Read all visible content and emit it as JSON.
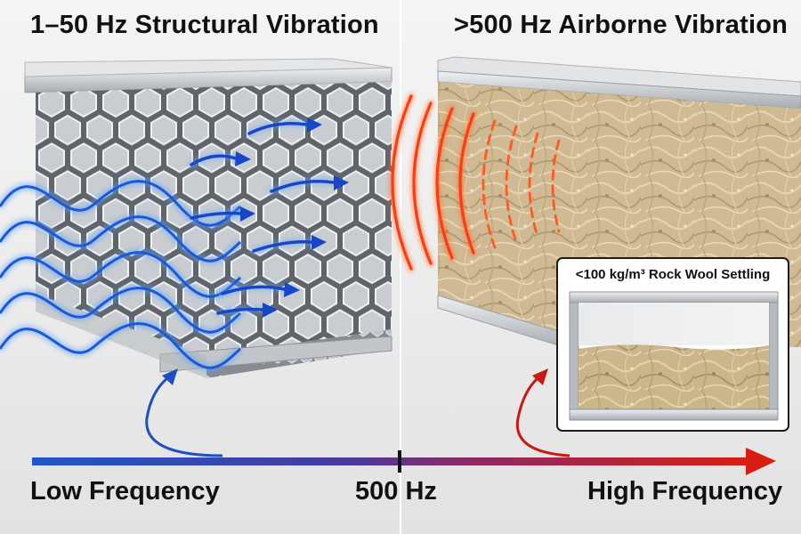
{
  "left_panel": {
    "title": "1–50 Hz Structural Vibration",
    "material": "aluminum-honeycomb-core",
    "wave_color": "#1a5ad8"
  },
  "right_panel": {
    "title": ">500 Hz Airborne Vibration",
    "material": "rock-wool-core",
    "wave_color": "#ff4a14",
    "inset_title": "<100 kg/m³ Rock Wool Settling"
  },
  "frequency_axis": {
    "low_label": "Low Frequency",
    "mid_label": "500 Hz",
    "high_label": "High Frequency",
    "low_color": "#1f57c9",
    "high_color": "#d81e12"
  }
}
